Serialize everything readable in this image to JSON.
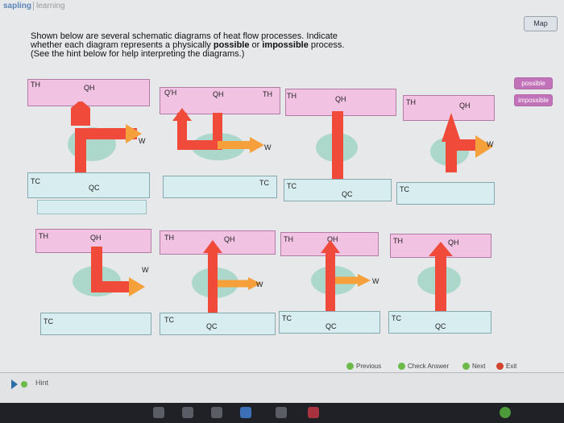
{
  "header": {
    "brand": "sapling",
    "brand_sub": "learning",
    "map_label": "Map"
  },
  "instructions": {
    "line1": "Shown below are several schematic diagrams of heat flow processes. Indicate",
    "line2_prefix": "whether each diagram represents a physically ",
    "line2_bold1": "possible",
    "line2_mid": " or ",
    "line2_bold2": "impossible",
    "line2_suffix": " process.",
    "line3": "(See the hint below for help interpreting the diagrams.)"
  },
  "options": {
    "possible": "possible",
    "impossible": "impossible"
  },
  "labels": {
    "TH": "TH",
    "TC": "TC",
    "QH": "QH",
    "QC": "QC",
    "QH_prime": "Q'H",
    "W": "W"
  },
  "nav": {
    "previous": "Previous",
    "check": "Check Answer",
    "next": "Next",
    "exit": "Exit"
  },
  "hint": {
    "label": "Hint"
  },
  "colors": {
    "hot_reservoir": "#f2c2e2",
    "cold_reservoir": "#d8edf0",
    "heat_arrow": "#ef4a3a",
    "work_arrow": "#f5a03a",
    "engine": "#9ed3c4",
    "accent": "#c272b8"
  }
}
